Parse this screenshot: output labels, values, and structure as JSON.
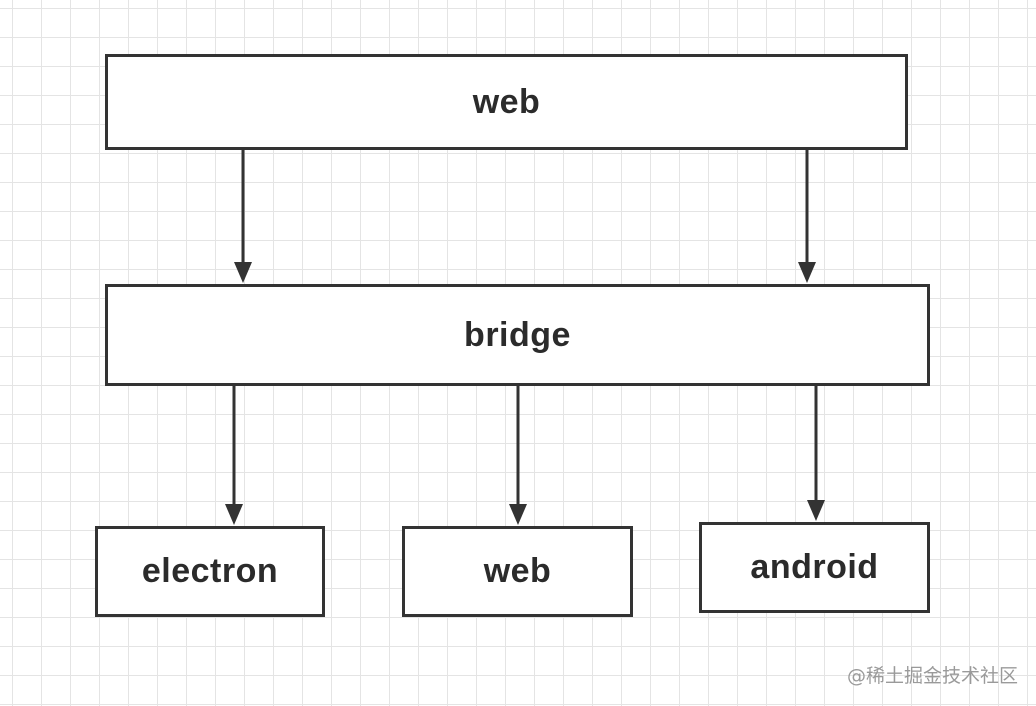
{
  "diagram": {
    "nodes": {
      "web_top": "web",
      "bridge": "bridge",
      "electron": "electron",
      "web_bottom": "web",
      "android": "android"
    },
    "edges": [
      {
        "from": "web_top",
        "to": "bridge"
      },
      {
        "from": "web_top",
        "to": "bridge"
      },
      {
        "from": "bridge",
        "to": "electron"
      },
      {
        "from": "bridge",
        "to": "web_bottom"
      },
      {
        "from": "bridge",
        "to": "android"
      }
    ],
    "colors": {
      "stroke": "#333333",
      "text": "#2b2b2b",
      "grid": "#e4e4e4",
      "watermark": "#9a9a9a"
    }
  },
  "watermark": "@稀土掘金技术社区"
}
